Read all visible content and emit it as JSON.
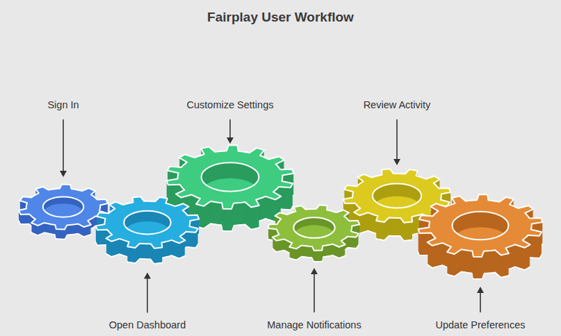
{
  "diagram": {
    "title": "Fairplay User Workflow",
    "nodes": [
      {
        "text": [
          "Sign In"
        ]
      },
      {
        "text": [
          "Open Dashboard"
        ]
      },
      {
        "text": [
          "Customize Settings"
        ]
      },
      {
        "text": [
          "Manage Notifications"
        ]
      },
      {
        "text": [
          "Review Activity"
        ]
      },
      {
        "text": [
          "Update Preferences"
        ]
      }
    ]
  }
}
